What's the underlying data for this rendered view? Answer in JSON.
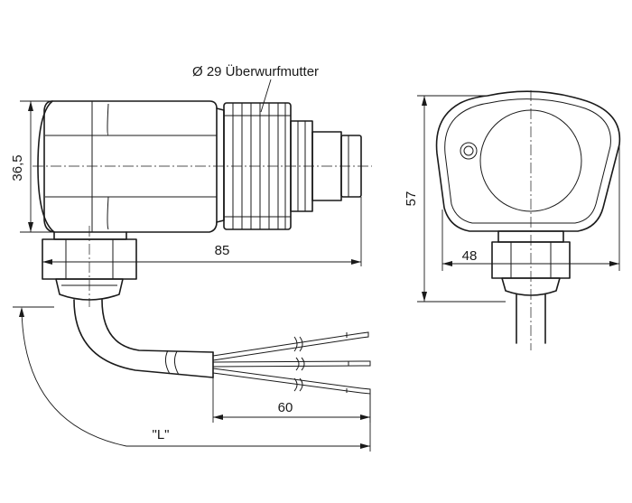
{
  "drawing": {
    "callout_nut": "Ø 29 Überwurfmutter",
    "dims": {
      "height_body": "36,5",
      "length_total": "85",
      "wire_length": "60",
      "cable_length": "\"L\"",
      "side_height": "57",
      "side_width": "48"
    }
  },
  "colors": {
    "line": "#1a1a1a",
    "background": "#ffffff"
  }
}
